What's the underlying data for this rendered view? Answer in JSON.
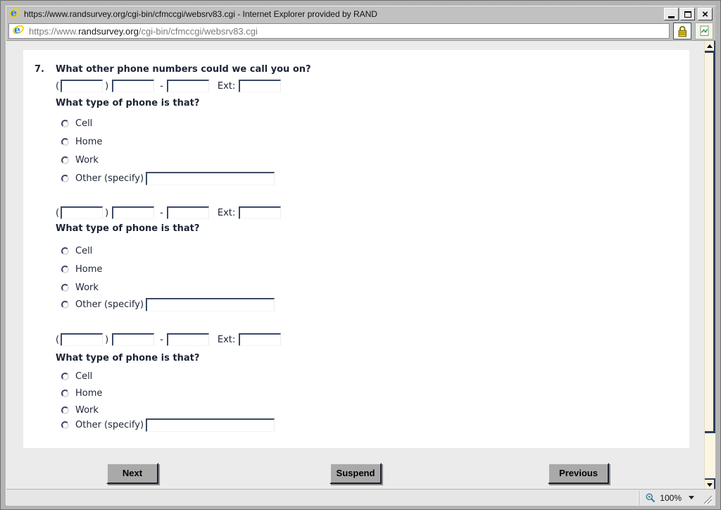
{
  "window": {
    "title": "https://www.randsurvey.org/cgi-bin/cfmccgi/websrv83.cgi - Internet Explorer provided by RAND"
  },
  "icons": {
    "close": "×"
  },
  "address_bar": {
    "url": {
      "scheme": "https://www.",
      "domain": "randsurvey.org",
      "path": "/cgi-bin/cfmccgi/websrv83.cgi"
    }
  },
  "survey": {
    "question_number": "7.",
    "question_text": "What other phone numbers could we call you on?",
    "labels": {
      "open_paren": "(",
      "close_paren": ")",
      "dash": "-",
      "ext": "Ext:"
    },
    "phone_groups": [
      {
        "type_question": "What type of phone is that?",
        "options": [
          {
            "label": "Cell"
          },
          {
            "label": "Home"
          },
          {
            "label": "Work"
          },
          {
            "label": "Other (specify)"
          }
        ],
        "values": {
          "area_code": "",
          "exchange": "",
          "line_number": "",
          "extension": "",
          "other_specify": ""
        }
      },
      {
        "type_question": "What type of phone is that?",
        "options": [
          {
            "label": "Cell"
          },
          {
            "label": "Home"
          },
          {
            "label": "Work"
          },
          {
            "label": "Other (specify)"
          }
        ],
        "values": {
          "area_code": "",
          "exchange": "",
          "line_number": "",
          "extension": "",
          "other_specify": ""
        }
      },
      {
        "type_question": "What type of phone is that?",
        "options": [
          {
            "label": "Cell"
          },
          {
            "label": "Home"
          },
          {
            "label": "Work"
          },
          {
            "label": "Other (specify)"
          }
        ],
        "values": {
          "area_code": "",
          "exchange": "",
          "line_number": "",
          "extension": "",
          "other_specify": ""
        }
      }
    ],
    "buttons": {
      "next": "Next",
      "suspend": "Suspend",
      "previous": "Previous"
    }
  },
  "status_bar": {
    "zoom_level": "100%"
  },
  "colors": {
    "input_border": "#3c4a66",
    "titlebar_bg": "#c1c1c1",
    "viewport_bg": "#ebebeb",
    "button_face": "#a9a9a9",
    "scrollbar_track": "#fbf5e3",
    "text": "#1c2435"
  }
}
